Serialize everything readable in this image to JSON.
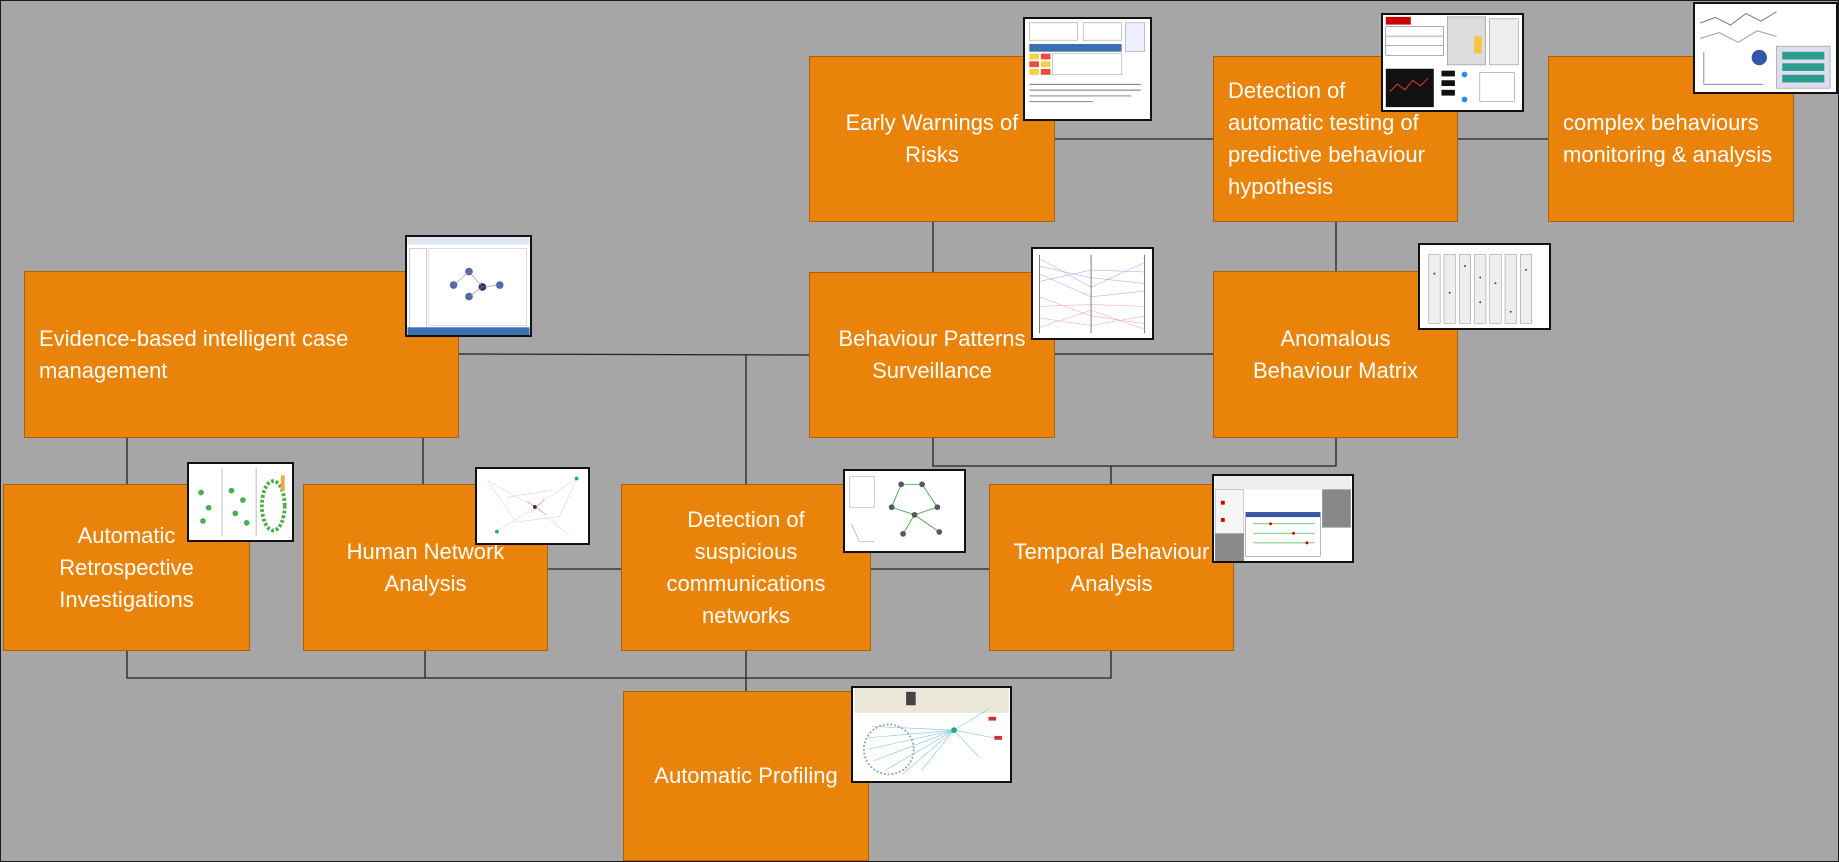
{
  "boxes": {
    "early_warnings": "Early Warnings of Risks",
    "detection_testing": "Detection of automatic testing of predictive behaviour hypothesis",
    "complex_behaviours": "complex behaviours monitoring & analysis",
    "evidence_case": "Evidence-based intelligent case management",
    "behaviour_patterns": "Behaviour Patterns Surveillance",
    "anomalous_matrix": "Anomalous Behaviour Matrix",
    "retrospective": "Automatic Retrospective Investigations",
    "human_network": "Human Network Analysis",
    "suspicious_comms": "Detection of suspicious communications networks",
    "temporal": "Temporal Behaviour Analysis",
    "profiling": "Automatic Profiling"
  },
  "colors": {
    "box_fill": "#e9830a",
    "box_border": "#b15f06",
    "background": "#a6a6a6",
    "line": "#222222"
  }
}
